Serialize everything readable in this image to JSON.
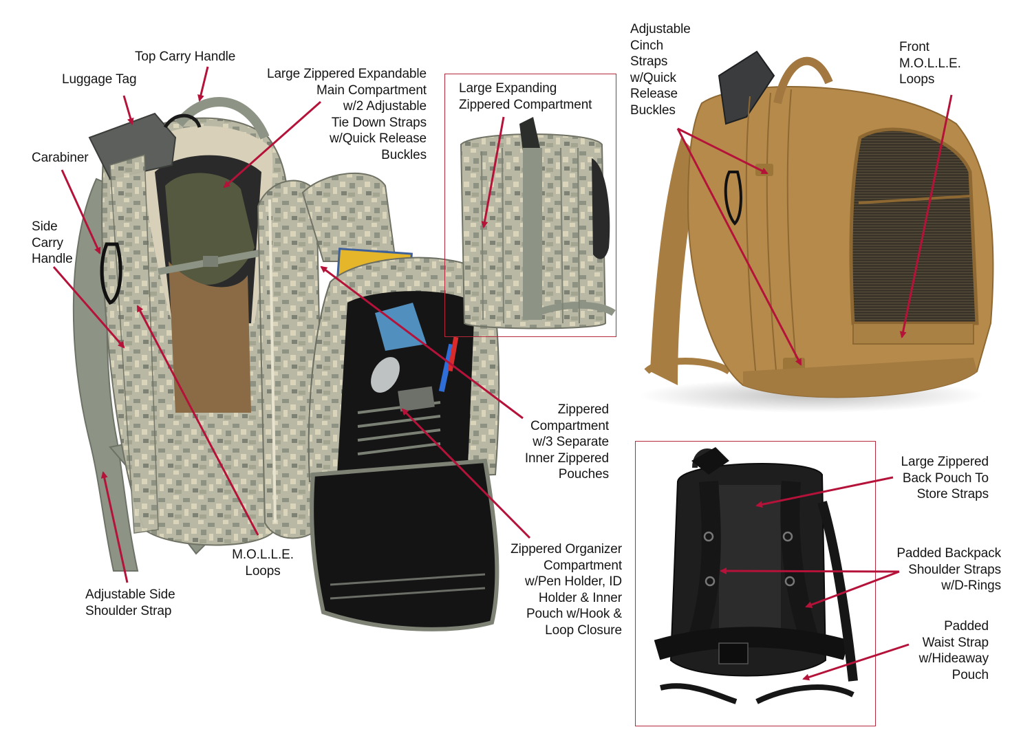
{
  "colors": {
    "leader_line": "#b5123a",
    "frame_border": "#b5283c",
    "camo_base": "#b9b8a4",
    "camo_light": "#d8d3b8",
    "camo_dark": "#8e9282",
    "foliage_strap": "#8d9385",
    "coyote": "#b58a4b",
    "coyote_dark": "#8e6832",
    "black_pack": "#1e1e1e"
  },
  "main_pack": {
    "name": "ACU digital camo pack (open view)",
    "callouts": [
      {
        "id": "top-carry-handle",
        "text": "Top Carry Handle"
      },
      {
        "id": "luggage-tag",
        "text": "Luggage Tag"
      },
      {
        "id": "main-compartment",
        "text": "Large Zippered Expandable\nMain Compartment\nw/2 Adjustable\nTie Down Straps\nw/Quick Release\nBuckles"
      },
      {
        "id": "carabiner",
        "text": "Carabiner"
      },
      {
        "id": "side-carry-handle",
        "text": "Side\nCarry\nHandle"
      },
      {
        "id": "zippered-compartment",
        "text": "Zippered\nCompartment\nw/3 Separate\nInner Zippered\nPouches"
      },
      {
        "id": "organizer-compartment",
        "text": "Zippered Organizer\nCompartment\nw/Pen Holder, ID\nHolder & Inner\nPouch w/Hook &\nLoop Closure"
      },
      {
        "id": "molle-loops",
        "text": "M.O.L.L.E.\nLoops"
      },
      {
        "id": "side-shoulder-strap",
        "text": "Adjustable Side\nShoulder Strap"
      }
    ]
  },
  "side_view_inset": {
    "name": "Side view (expanded)",
    "callouts": [
      {
        "id": "expanding-compartment",
        "text": "Large Expanding\nZippered Compartment"
      }
    ]
  },
  "coyote_pack": {
    "name": "Coyote front view",
    "callouts": [
      {
        "id": "cinch-straps",
        "text": "Adjustable\nCinch\nStraps\nw/Quick\nRelease\nBuckles"
      },
      {
        "id": "front-molle",
        "text": "Front\nM.O.L.L.E.\nLoops"
      }
    ]
  },
  "back_view_inset": {
    "name": "Black back view",
    "callouts": [
      {
        "id": "back-pouch",
        "text": "Large Zippered\nBack Pouch To\nStore Straps"
      },
      {
        "id": "shoulder-straps",
        "text": "Padded Backpack\nShoulder Straps\nw/D-Rings"
      },
      {
        "id": "waist-strap",
        "text": "Padded\nWaist Strap\nw/Hideaway\nPouch"
      }
    ]
  }
}
